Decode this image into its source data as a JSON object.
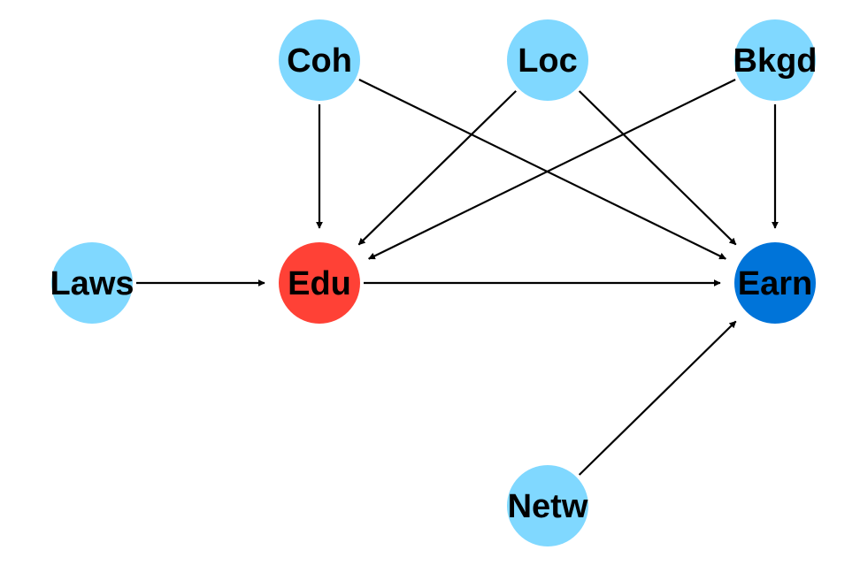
{
  "diagram": {
    "nodes": [
      {
        "id": "coh",
        "label": "Coh",
        "color": "#80d8ff",
        "role": "covariate"
      },
      {
        "id": "loc",
        "label": "Loc",
        "color": "#80d8ff",
        "role": "covariate"
      },
      {
        "id": "bkgd",
        "label": "Bkgd",
        "color": "#80d8ff",
        "role": "covariate"
      },
      {
        "id": "laws",
        "label": "Laws",
        "color": "#80d8ff",
        "role": "instrument"
      },
      {
        "id": "edu",
        "label": "Edu",
        "color": "#ff4136",
        "role": "exposure"
      },
      {
        "id": "earn",
        "label": "Earn",
        "color": "#0074d9",
        "role": "outcome"
      },
      {
        "id": "netw",
        "label": "Netw",
        "color": "#80d8ff",
        "role": "covariate"
      }
    ],
    "edges": [
      {
        "from": "coh",
        "to": "edu"
      },
      {
        "from": "coh",
        "to": "earn"
      },
      {
        "from": "loc",
        "to": "edu"
      },
      {
        "from": "loc",
        "to": "earn"
      },
      {
        "from": "bkgd",
        "to": "edu"
      },
      {
        "from": "bkgd",
        "to": "earn"
      },
      {
        "from": "laws",
        "to": "edu"
      },
      {
        "from": "edu",
        "to": "earn"
      },
      {
        "from": "netw",
        "to": "earn"
      }
    ]
  }
}
